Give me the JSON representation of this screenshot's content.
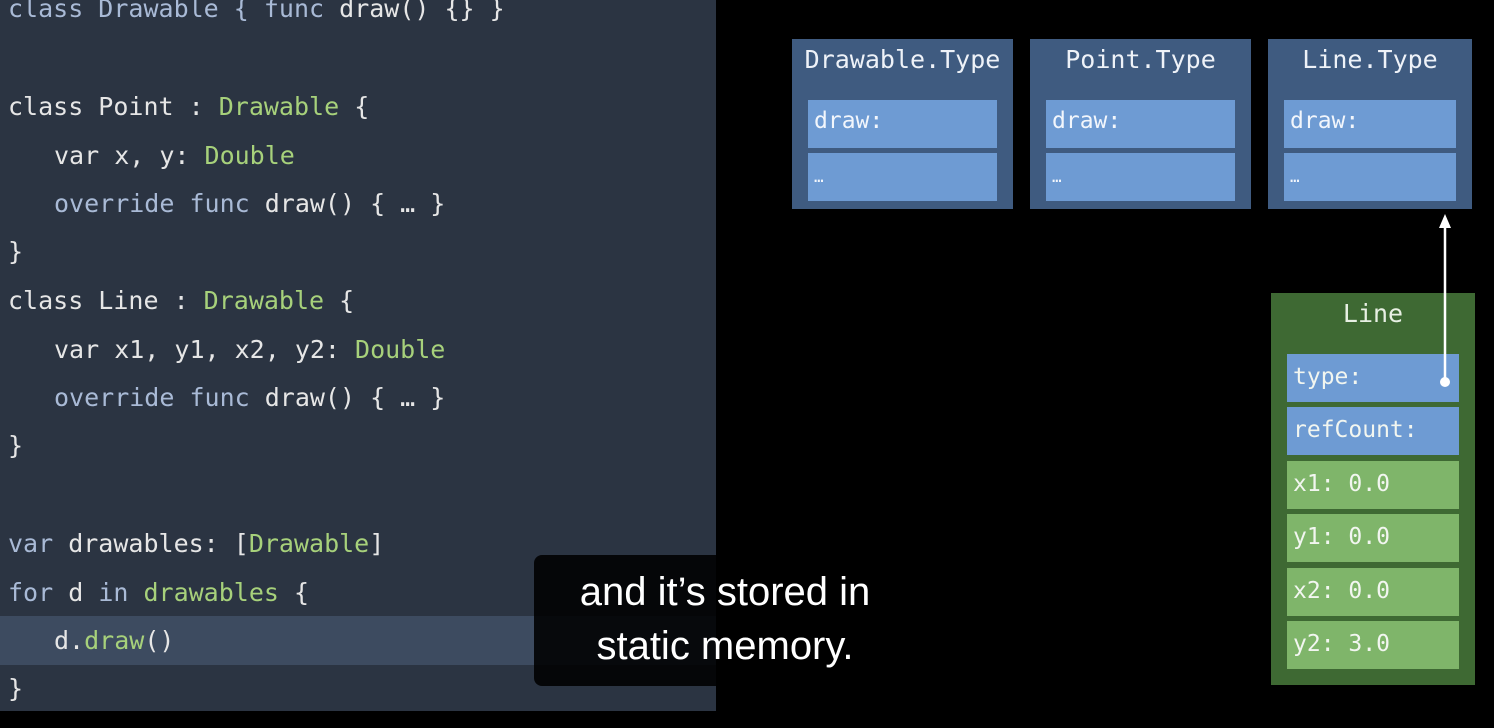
{
  "code": {
    "l1": {
      "a": "class Drawable { ",
      "b": "func",
      "c": " draw() {} }"
    },
    "l2": {
      "a": "class Point : ",
      "b": "Drawable",
      "c": " {"
    },
    "l3": {
      "a": "var x, y: ",
      "b": "Double"
    },
    "l4": {
      "a": "override func",
      "b": " draw() { … }"
    },
    "l5": "}",
    "l6": {
      "a": "class Line : ",
      "b": "Drawable",
      "c": " {"
    },
    "l7": {
      "a": "var x1, y1, x2, y2: ",
      "b": "Double"
    },
    "l8": {
      "a": "override func",
      "b": " draw() { … }"
    },
    "l9": "}",
    "l10": {
      "a": "var",
      "b": " drawables: [",
      "c": "Drawable",
      "d": "]"
    },
    "l11": {
      "a": "for",
      "b": " d ",
      "c": "in",
      "d": " drawables",
      "e": " {"
    },
    "l12": {
      "a": "d.",
      "b": "draw",
      "c": "()"
    },
    "l13": "}"
  },
  "types": [
    {
      "title": "Drawable.Type",
      "slot1": "draw:",
      "slot2": "…"
    },
    {
      "title": "Point.Type",
      "slot1": "draw:",
      "slot2": "…"
    },
    {
      "title": "Line.Type",
      "slot1": "draw:",
      "slot2": "…"
    }
  ],
  "line_object": {
    "title": "Line",
    "fields": [
      "type:",
      "refCount:",
      "x1: 0.0",
      "y1: 0.0",
      "x2: 0.0",
      "y2: 3.0"
    ]
  },
  "caption": {
    "line1": "and it’s stored in",
    "line2": "static memory."
  }
}
